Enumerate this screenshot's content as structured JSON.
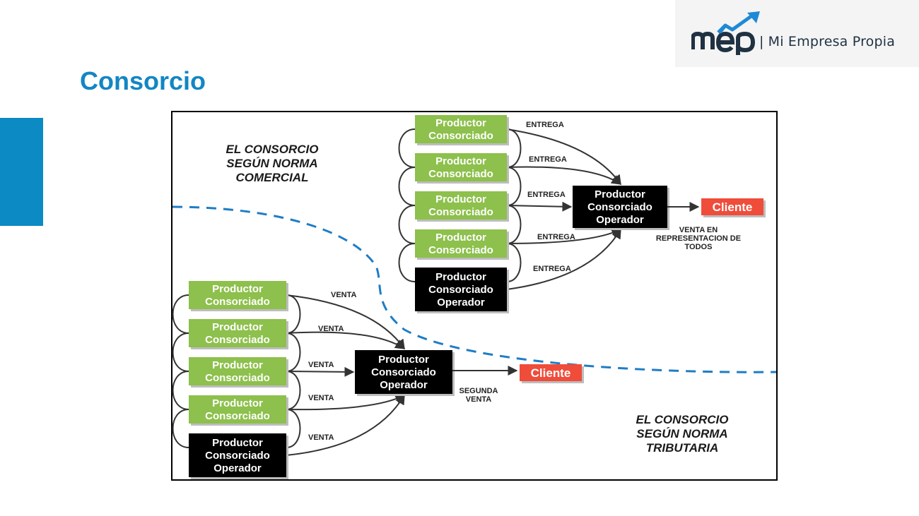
{
  "logo": {
    "brand": "mep",
    "separator": "|",
    "tagline": "Mi Empresa Propia",
    "brand_color": "#1f3142",
    "arrow_color": "#1e8ad6"
  },
  "slide": {
    "title": "Consorcio",
    "title_color": "#1386c3",
    "accent_color": "#0b8ac4"
  },
  "diagram": {
    "comercial": {
      "caption": [
        "EL CONSORCIO",
        "SEGÚN NORMA",
        "COMERCIAL"
      ],
      "producers": [
        [
          "Productor",
          "Consorciado"
        ],
        [
          "Productor",
          "Consorciado"
        ],
        [
          "Productor",
          "Consorciado"
        ],
        [
          "Productor",
          "Consorciado"
        ],
        [
          "Productor",
          "Consorciado",
          "Operador"
        ]
      ],
      "edge_labels": [
        "ENTREGA",
        "ENTREGA",
        "ENTREGA",
        "ENTREGA",
        "ENTREGA"
      ],
      "operator": [
        "Productor",
        "Consorciado",
        "Operador"
      ],
      "client": "Cliente",
      "sale_note": [
        "VENTA EN",
        "REPRESENTACION DE",
        "TODOS"
      ]
    },
    "tributaria": {
      "caption": [
        "EL CONSORCIO",
        "SEGÚN NORMA",
        "TRIBUTARIA"
      ],
      "producers": [
        [
          "Productor",
          "Consorciado"
        ],
        [
          "Productor",
          "Consorciado"
        ],
        [
          "Productor",
          "Consorciado"
        ],
        [
          "Productor",
          "Consorciado"
        ],
        [
          "Productor",
          "Consorciado",
          "Operador"
        ]
      ],
      "edge_labels": [
        "VENTA",
        "VENTA",
        "VENTA",
        "VENTA",
        "VENTA"
      ],
      "operator": [
        "Productor",
        "Consorciado",
        "Operador"
      ],
      "client": "Cliente",
      "sale_note": [
        "SEGUNDA",
        "VENTA"
      ]
    },
    "colors": {
      "producer": "#8dc04c",
      "operator": "#000000",
      "client": "#f04c3a",
      "divider": "#1f7dc4",
      "edge": "#333333"
    }
  }
}
